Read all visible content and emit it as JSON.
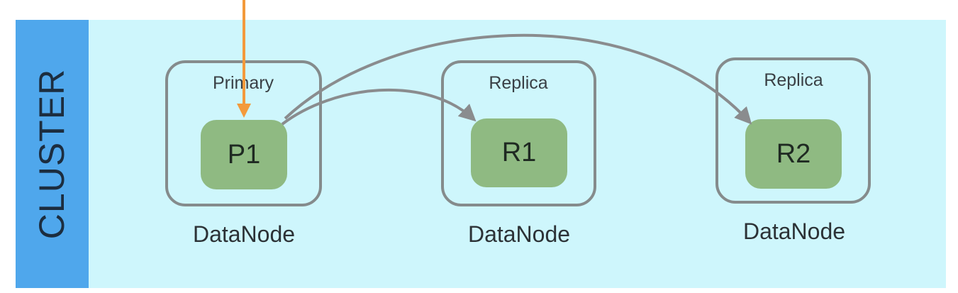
{
  "cluster": {
    "label": "CLUSTER",
    "colors": {
      "background": "#cef6fc",
      "label_bar": "#4fa7ec",
      "node_border": "#858b8c",
      "shard_fill": "#8fba82",
      "replication_arrow": "#8a8c8e",
      "incoming_arrow": "#f39a3b"
    },
    "nodes": [
      {
        "role": "Primary",
        "shard": "P1",
        "caption": "DataNode"
      },
      {
        "role": "Replica",
        "shard": "R1",
        "caption": "DataNode"
      },
      {
        "role": "Replica",
        "shard": "R2",
        "caption": "DataNode"
      }
    ]
  }
}
